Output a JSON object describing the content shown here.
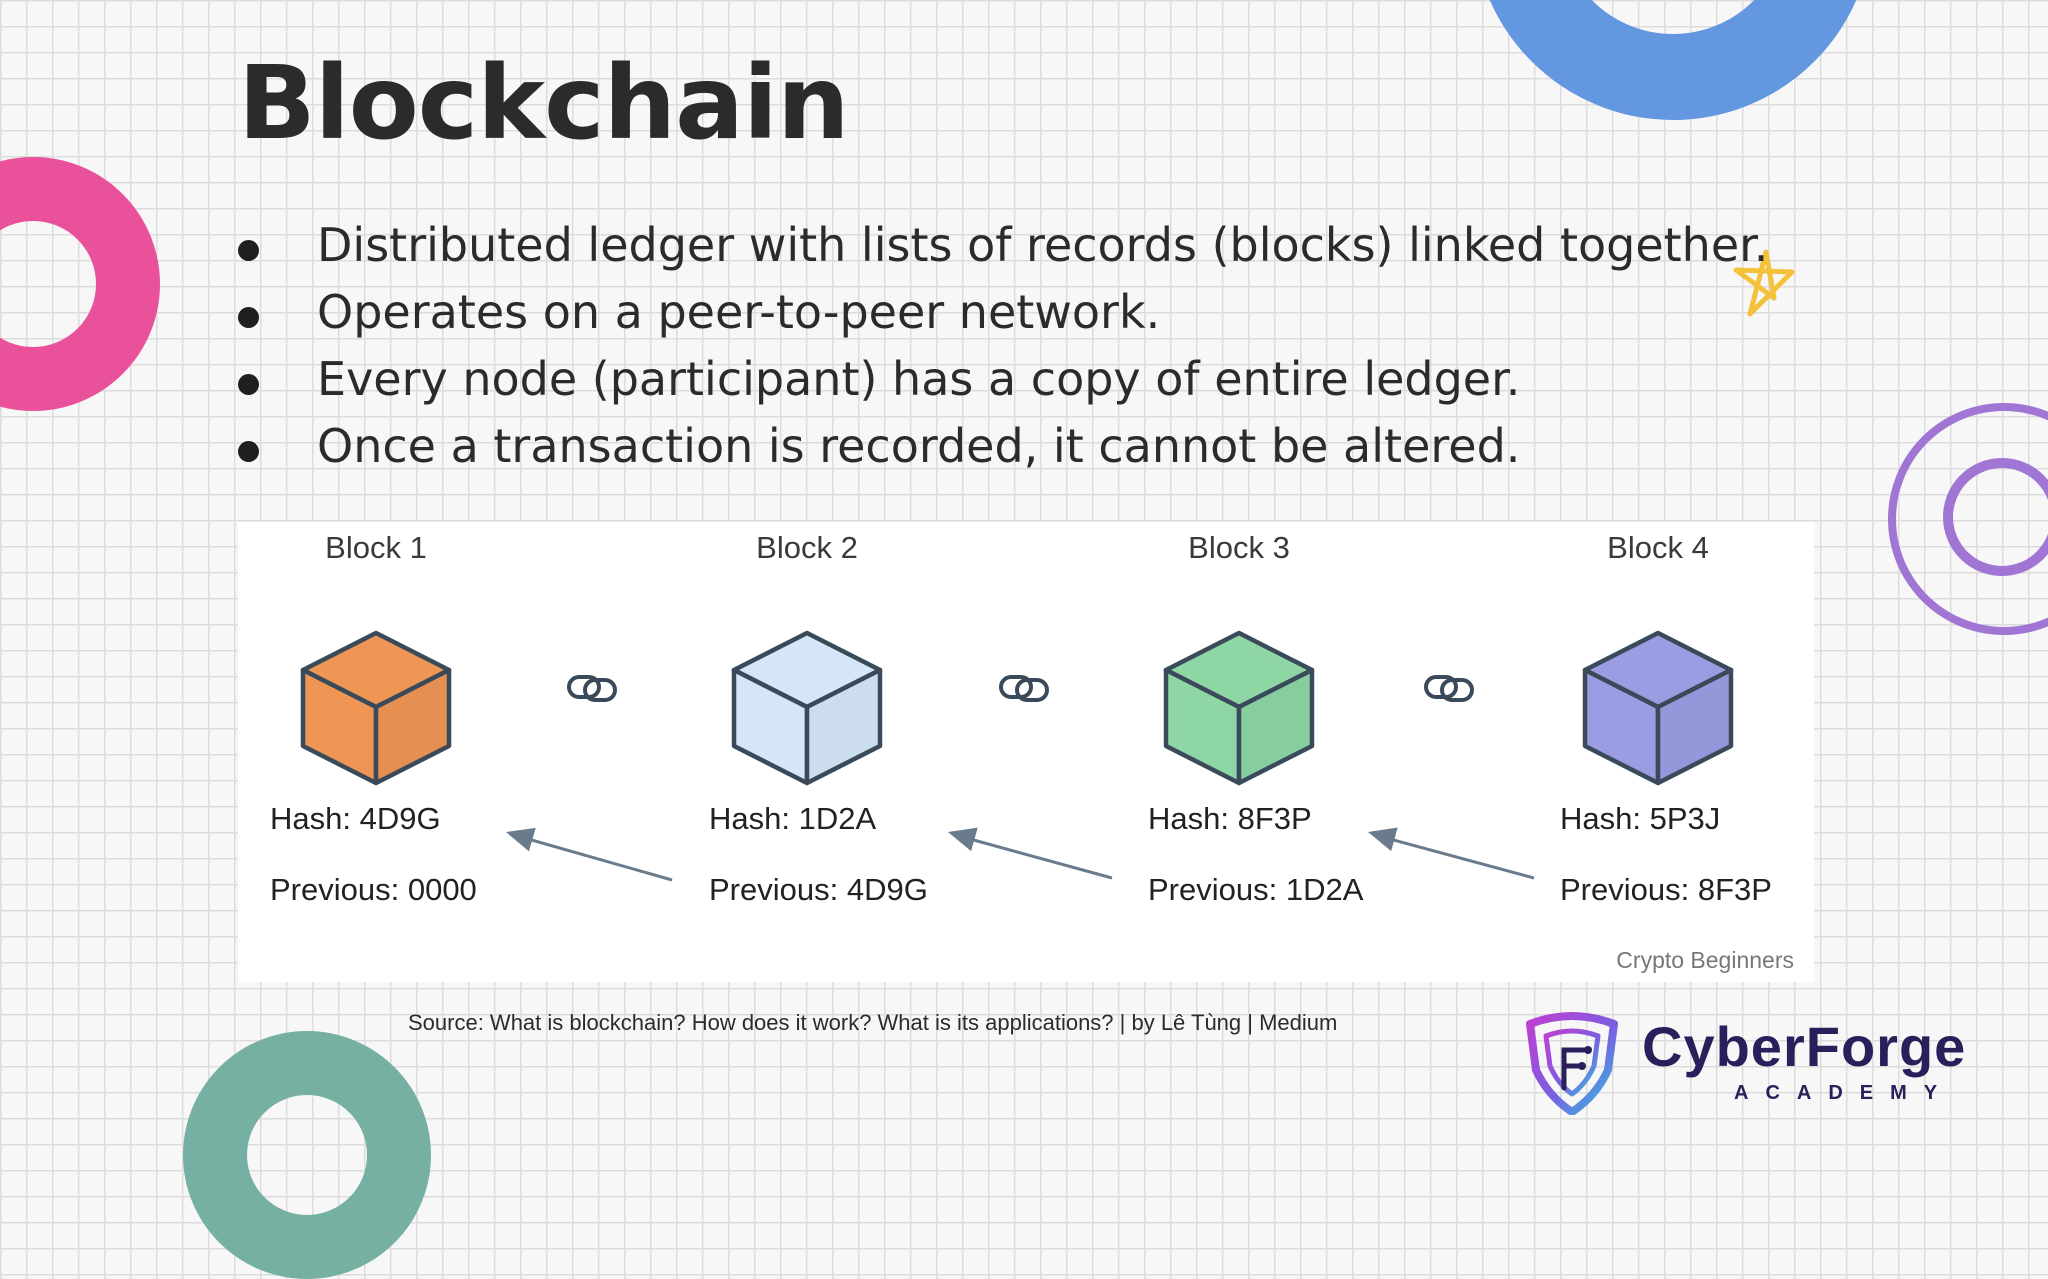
{
  "title": "Blockchain",
  "bullets": [
    "Distributed ledger with lists of records (blocks) linked together.",
    "Operates on a peer-to-peer network.",
    "Every node (participant) has a copy of entire ledger.",
    "Once a transaction is recorded, it cannot be altered."
  ],
  "diagram": {
    "blocks": [
      {
        "label": "Block 1",
        "hash": "Hash: 4D9G",
        "previous": "Previous: 0000",
        "color": "#ef9655"
      },
      {
        "label": "Block 2",
        "hash": "Hash: 1D2A",
        "previous": "Previous: 4D9G",
        "color": "#d4e6f7"
      },
      {
        "label": "Block 3",
        "hash": "Hash: 8F3P",
        "previous": "Previous: 1D2A",
        "color": "#8ed6a4"
      },
      {
        "label": "Block 4",
        "hash": "Hash: 5P3J",
        "previous": "Previous: 8F3P",
        "color": "#9a9de2"
      }
    ],
    "credit": "Crypto Beginners"
  },
  "source": "Source: What is blockchain? How does it work? What is its applications? | by Lê Tùng | Medium",
  "logo": {
    "name": "CyberForge",
    "sub": "ACADEMY"
  },
  "colors": {
    "ring_blue": "#6397e0",
    "ring_pink": "#e9519a",
    "ring_green": "#76b0a2",
    "ring_purple": "#a075d3",
    "star": "#f3c13a",
    "text": "#2b2b2b"
  }
}
